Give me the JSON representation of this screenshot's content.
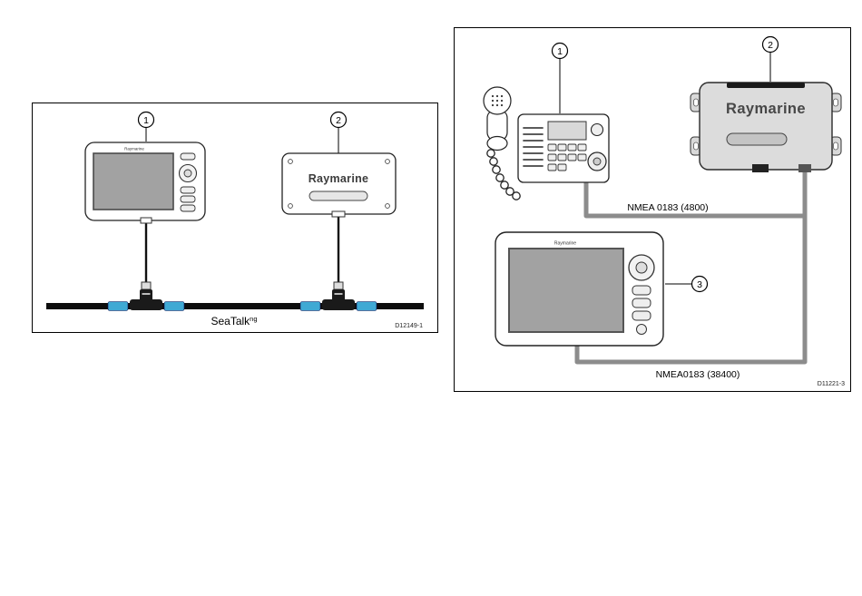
{
  "colors": {
    "seatalk_blue": "#3fa9d4",
    "cable_gray": "#8c8c8c",
    "screen_gray": "#a2a2a2"
  },
  "left": {
    "callout_1": "1",
    "callout_2": "2",
    "mfd_brand": "Raymarine",
    "blackbox_brand": "Raymarine",
    "bus_label": "SeaTalk",
    "bus_label_sup": "ng",
    "doc_ref": "D12149-1"
  },
  "right": {
    "callout_1": "1",
    "callout_2": "2",
    "callout_3": "3",
    "blackbox_brand": "Raymarine",
    "mfd_brand": "Raymarine",
    "cable_a_label": "NMEA 0183 (4800)",
    "cable_b_label": "NMEA0183 (38400)",
    "doc_ref": "D11221-3"
  }
}
